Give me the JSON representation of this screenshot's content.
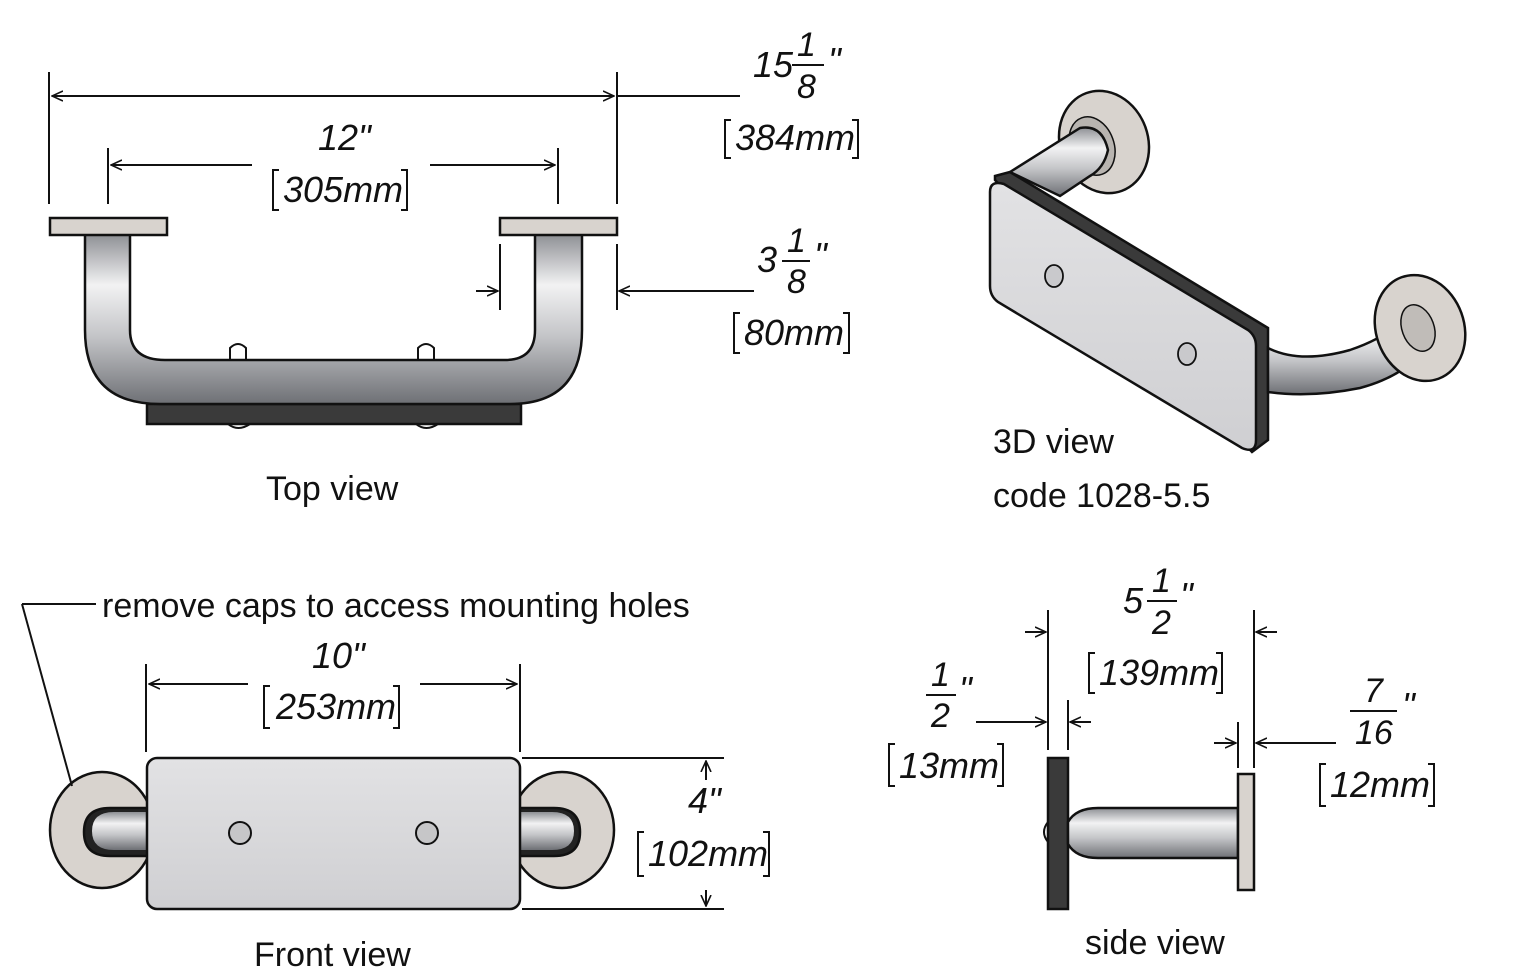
{
  "views": {
    "top": {
      "caption": "Top view"
    },
    "iso": {
      "caption_line1": "3D view",
      "caption_line2": "code 1028-5.5"
    },
    "front": {
      "caption": "Front view",
      "callout": "remove caps to access mounting holes"
    },
    "side": {
      "caption": "side view"
    }
  },
  "dimensions": {
    "overall_length": {
      "whole": "15",
      "num": "1",
      "den": "8",
      "inch": "\"",
      "mm": "384mm"
    },
    "center_to_center": {
      "inch": "12\"",
      "mm": "305mm"
    },
    "projection": {
      "whole": "3",
      "num": "1",
      "den": "8",
      "inch": "\"",
      "mm": "80mm"
    },
    "mount_holes": {
      "inch": "10\"",
      "mm": "253mm"
    },
    "plate_height": {
      "inch": "4\"",
      "mm": "102mm"
    },
    "side_depth": {
      "whole": "5",
      "num": "1",
      "den": "2",
      "inch": "\"",
      "mm": "139mm"
    },
    "plate_thickness": {
      "num": "1",
      "den": "2",
      "inch": "\"",
      "mm": "13mm"
    },
    "flange_thickness": {
      "num": "7",
      "den": "16",
      "inch": "\"",
      "mm": "12mm"
    }
  },
  "colors": {
    "line": "#111111",
    "plate": "#d7d7d9",
    "flange": "#d8d3ce",
    "pad": "#333333"
  }
}
